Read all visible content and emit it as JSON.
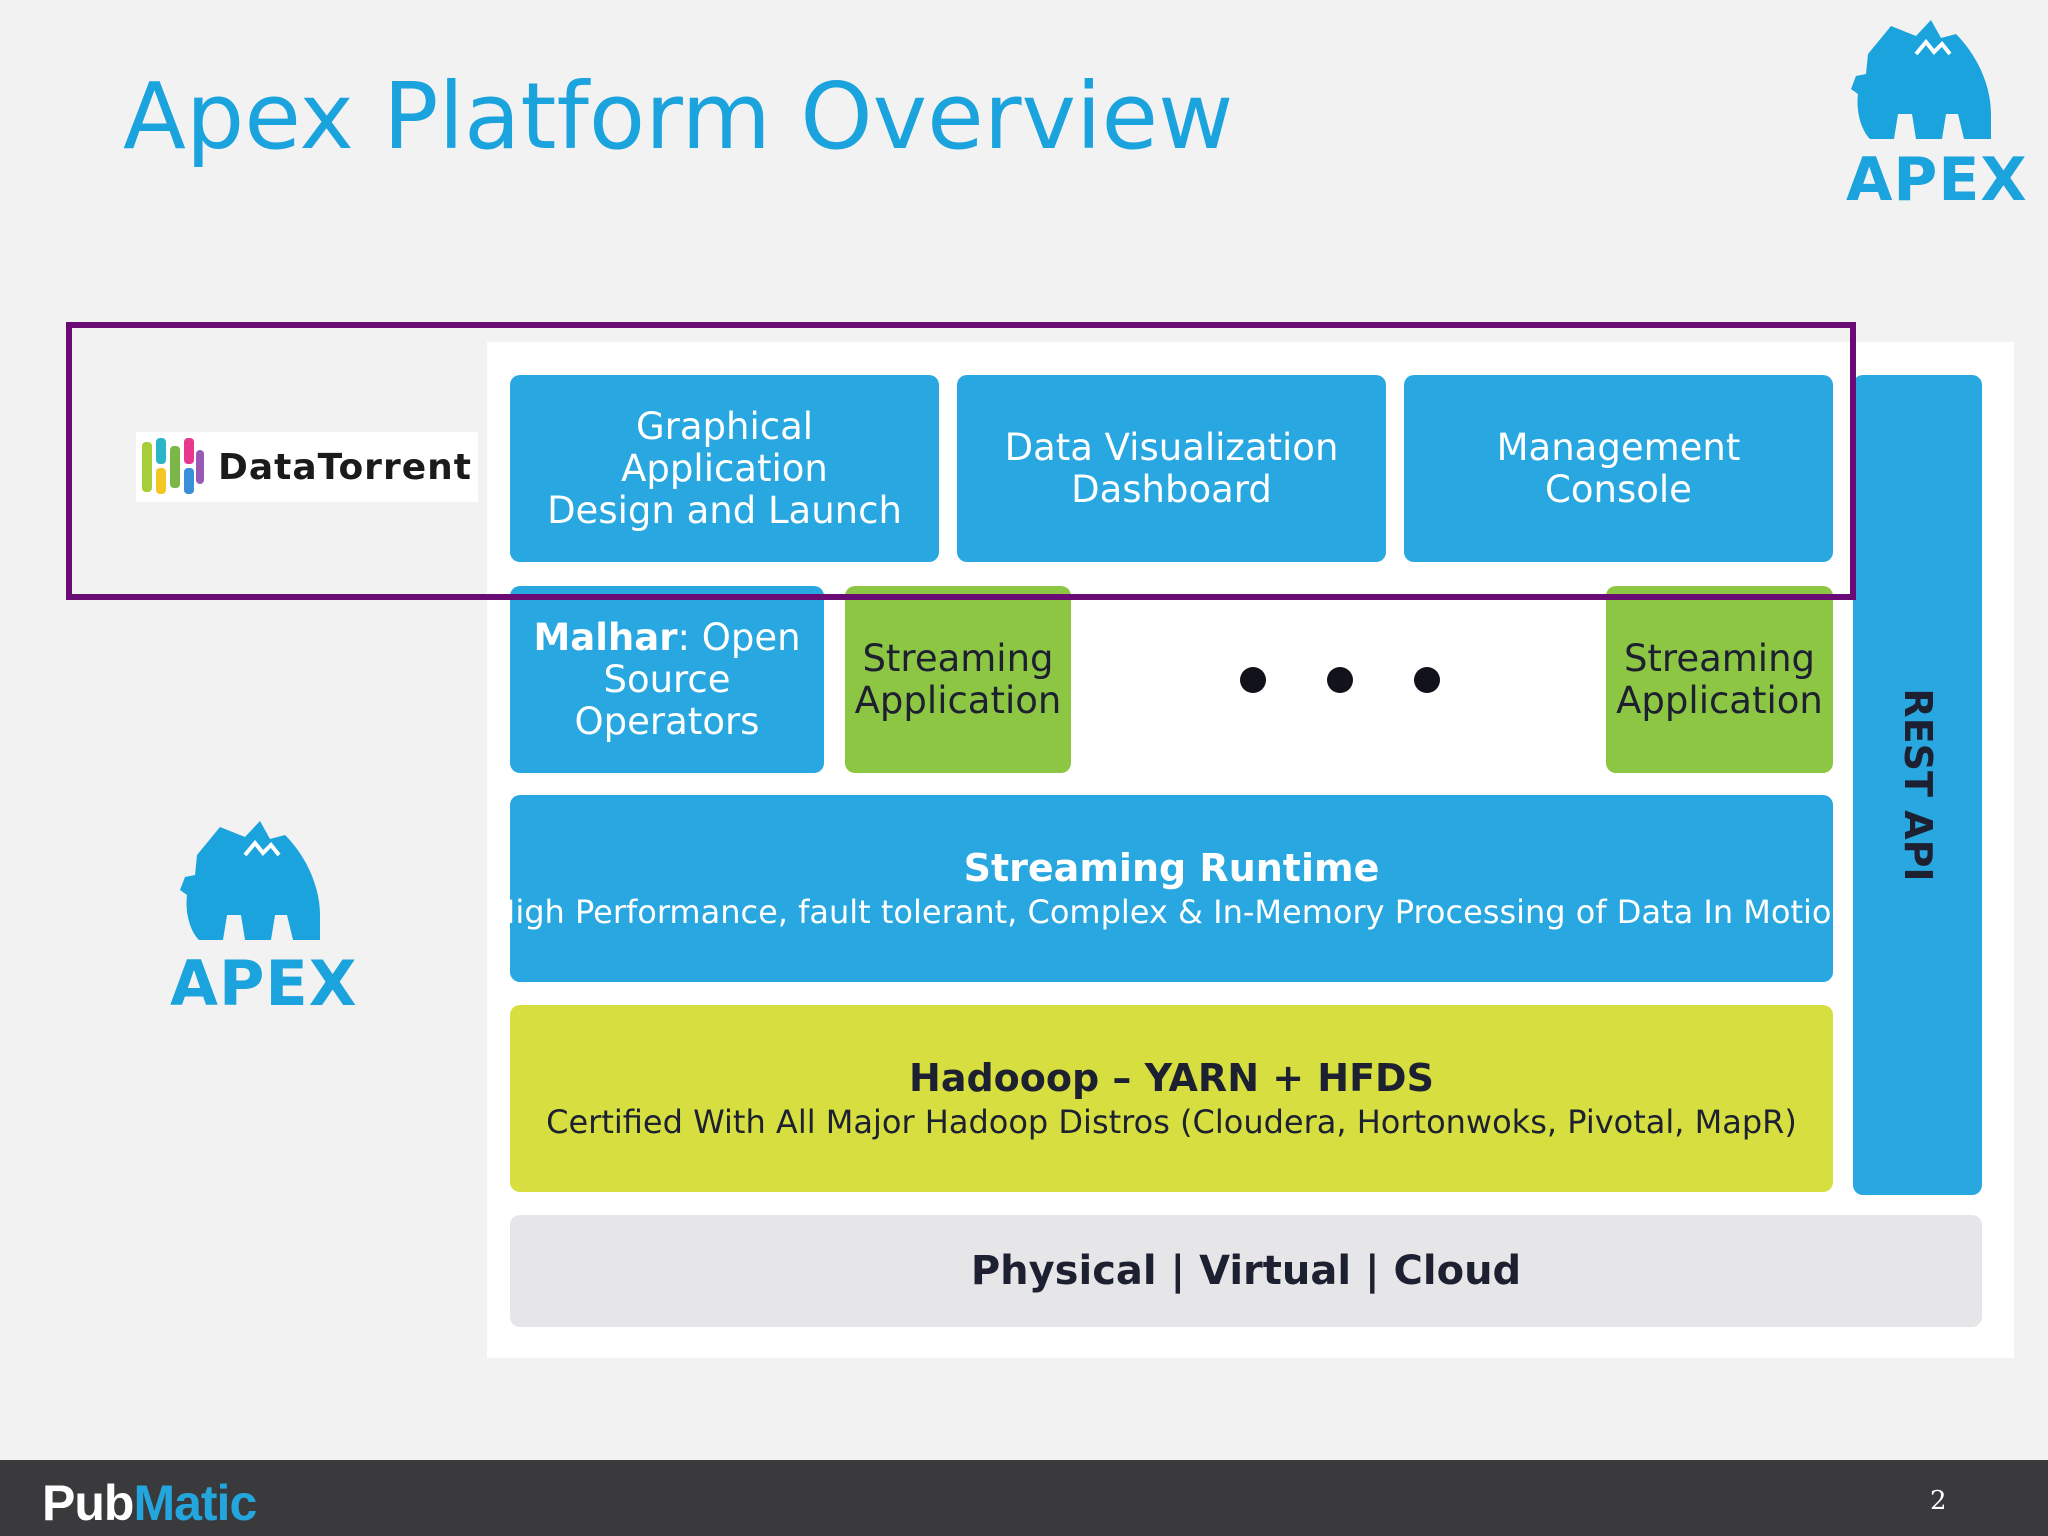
{
  "slide": {
    "title": "Apex Platform Overview",
    "page_number": "2"
  },
  "brand": {
    "apex_word": "APEX",
    "apex_color": "#1aa3dc",
    "datatorrent_text": "DataTorrent",
    "footer_pub": "Pub",
    "footer_matic": "Matic"
  },
  "diagram": {
    "top_boxes": [
      {
        "label": "Graphical\nApplication\nDesign and Launch"
      },
      {
        "label": "Data Visualization\nDashboard"
      },
      {
        "label": "Management\nConsole"
      }
    ],
    "malhar": {
      "bold": "Malhar",
      "rest": ": Open\nSource\nOperators"
    },
    "streaming_apps": [
      {
        "label": "Streaming\nApplication"
      },
      {
        "label": "Streaming\nApplication"
      }
    ],
    "runtime": {
      "heading": "Streaming Runtime",
      "subtitle": "High Performance, fault tolerant, Complex & In-Memory Processing of Data In Motion"
    },
    "hadoop": {
      "heading": "Hadooop – YARN + HFDS",
      "subtitle": "Certified With All Major Hadoop Distros (Cloudera, Hortonwoks, Pivotal, MapR)"
    },
    "physical": "Physical | Virtual | Cloud",
    "rest_api": "REST API",
    "colors": {
      "blue": "#29a7e0",
      "green": "#8dc642",
      "yellow": "#d6df3f",
      "grey": "#e6e6e9",
      "highlight": "#6a0b75"
    }
  }
}
